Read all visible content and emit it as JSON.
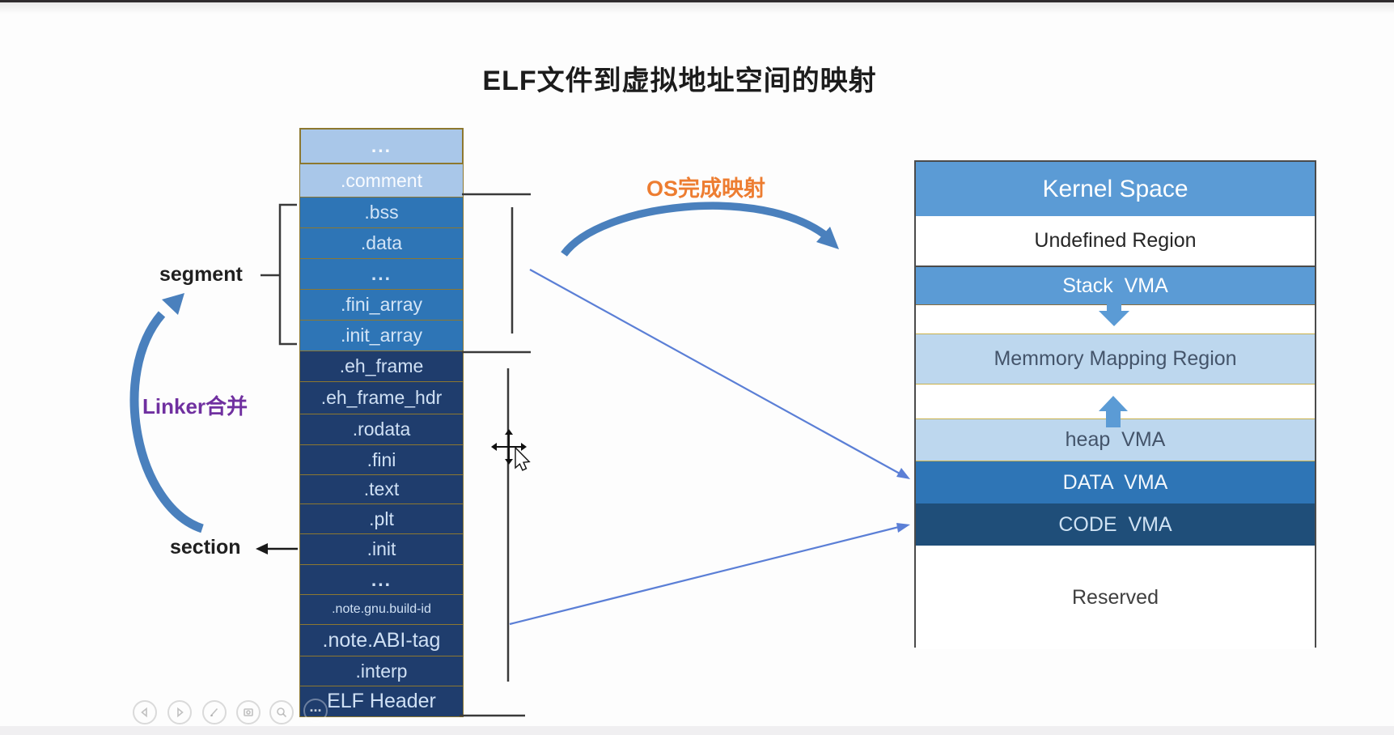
{
  "title": "ELF文件到虚拟地址空间的映射",
  "colors": {
    "light_blue": "#a9c7e9",
    "mid_blue": "#2e75b6",
    "navy": "#1f3d6d",
    "kernel_blue": "#5b9bd5",
    "pale_blue": "#bdd7ee",
    "code_blue": "#1f4e79",
    "gold_border": "#8d7830",
    "purple": "#7030a0",
    "orange": "#ed7d31",
    "arc_blue": "#4a80bd",
    "thin_arrow_blue": "#5b7fd6"
  },
  "elf_stack": {
    "rows": [
      {
        "label": "..."
      },
      {
        "label": ".comment"
      },
      {
        "label": ".bss"
      },
      {
        "label": ".data"
      },
      {
        "label": "..."
      },
      {
        "label": ".fini_array"
      },
      {
        "label": ".init_array"
      },
      {
        "label": ".eh_frame"
      },
      {
        "label": ".eh_frame_hdr"
      },
      {
        "label": ".rodata"
      },
      {
        "label": ".fini"
      },
      {
        "label": ".text"
      },
      {
        "label": ".plt"
      },
      {
        "label": ".init"
      },
      {
        "label": "..."
      },
      {
        "label": ".note.gnu.build-id"
      },
      {
        "label": ".note.ABI-tag"
      },
      {
        "label": ".interp"
      },
      {
        "label": "ELF Header"
      }
    ]
  },
  "annotations": {
    "segment": "segment",
    "section": "section",
    "linker": "Linker合并",
    "os_mapping": "OS完成映射"
  },
  "kernel_space": {
    "rows": [
      {
        "label": "Kernel Space"
      },
      {
        "label": "Undefined Region"
      },
      {
        "label": "Stack  VMA"
      },
      {
        "label": "Memmory Mapping Region"
      },
      {
        "label": "heap  VMA"
      },
      {
        "label": "DATA  VMA"
      },
      {
        "label": "CODE  VMA"
      },
      {
        "label": "Reserved"
      }
    ]
  },
  "toolbar": {
    "more_label": "...",
    "icons": [
      {
        "name": "previous-icon"
      },
      {
        "name": "next-icon"
      },
      {
        "name": "pen-icon"
      },
      {
        "name": "save-icon"
      },
      {
        "name": "zoom-icon"
      },
      {
        "name": "more-icon"
      }
    ]
  }
}
